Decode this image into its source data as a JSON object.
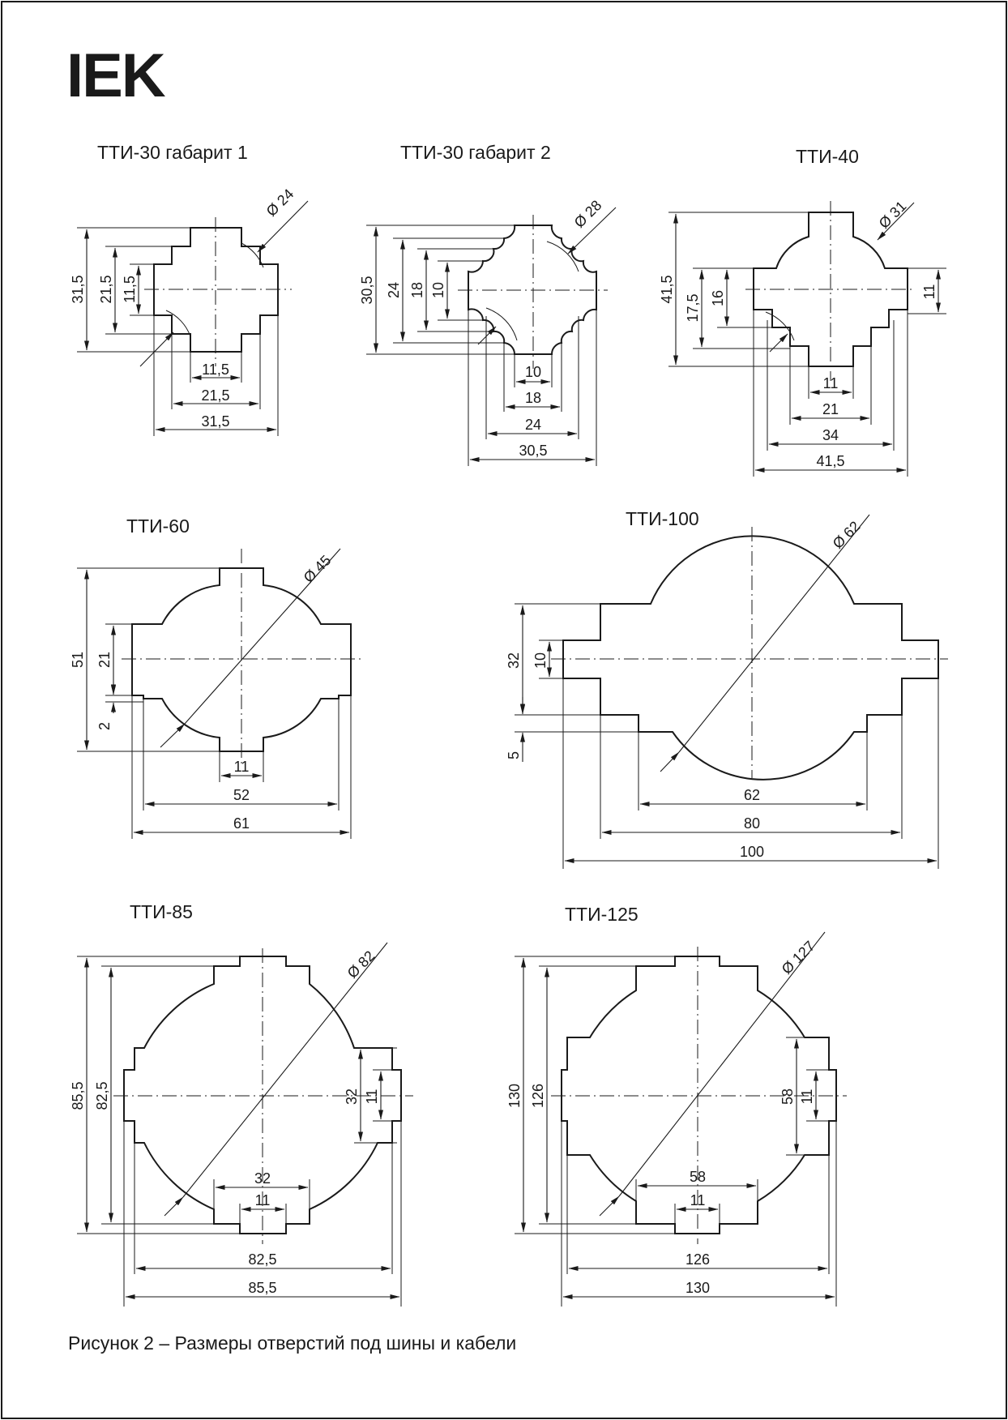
{
  "logo": "IEK",
  "caption": "Рисунок 2 – Размеры отверстий под шины и кабели",
  "colors": {
    "ink": "#1a1a1a",
    "paper": "#ffffff"
  },
  "drawings": [
    {
      "title": "ТТИ-30 габарит 1",
      "diameter": "Ø 24",
      "heights": [
        "31,5",
        "21,5",
        "11,5"
      ],
      "widths": [
        "11,5",
        "21,5",
        "31,5"
      ]
    },
    {
      "title": "ТТИ-30 габарит 2",
      "diameter": "Ø 28",
      "heights": [
        "30,5",
        "24",
        "18",
        "10"
      ],
      "widths": [
        "10",
        "18",
        "24",
        "30,5"
      ]
    },
    {
      "title": "ТТИ-40",
      "diameter": "Ø 31",
      "heights": [
        "41,5",
        "17,5",
        "16",
        "11"
      ],
      "widths": [
        "11",
        "21",
        "34",
        "41,5"
      ]
    },
    {
      "title": "ТТИ-60",
      "diameter": "Ø 45",
      "heights": [
        "51",
        "21",
        "2"
      ],
      "widths": [
        "11",
        "52",
        "61"
      ]
    },
    {
      "title": "ТТИ-100",
      "diameter": "Ø 62",
      "heights": [
        "32",
        "10",
        "5"
      ],
      "widths": [
        "62",
        "80",
        "100"
      ]
    },
    {
      "title": "ТТИ-85",
      "diameter": "Ø 82",
      "heights": [
        "85,5",
        "82,5",
        "32",
        "11"
      ],
      "widths": [
        "32",
        "11",
        "82,5",
        "85,5"
      ]
    },
    {
      "title": "ТТИ-125",
      "diameter": "Ø 127",
      "heights": [
        "130",
        "126",
        "58",
        "11"
      ],
      "widths": [
        "58",
        "11",
        "126",
        "130"
      ]
    }
  ]
}
